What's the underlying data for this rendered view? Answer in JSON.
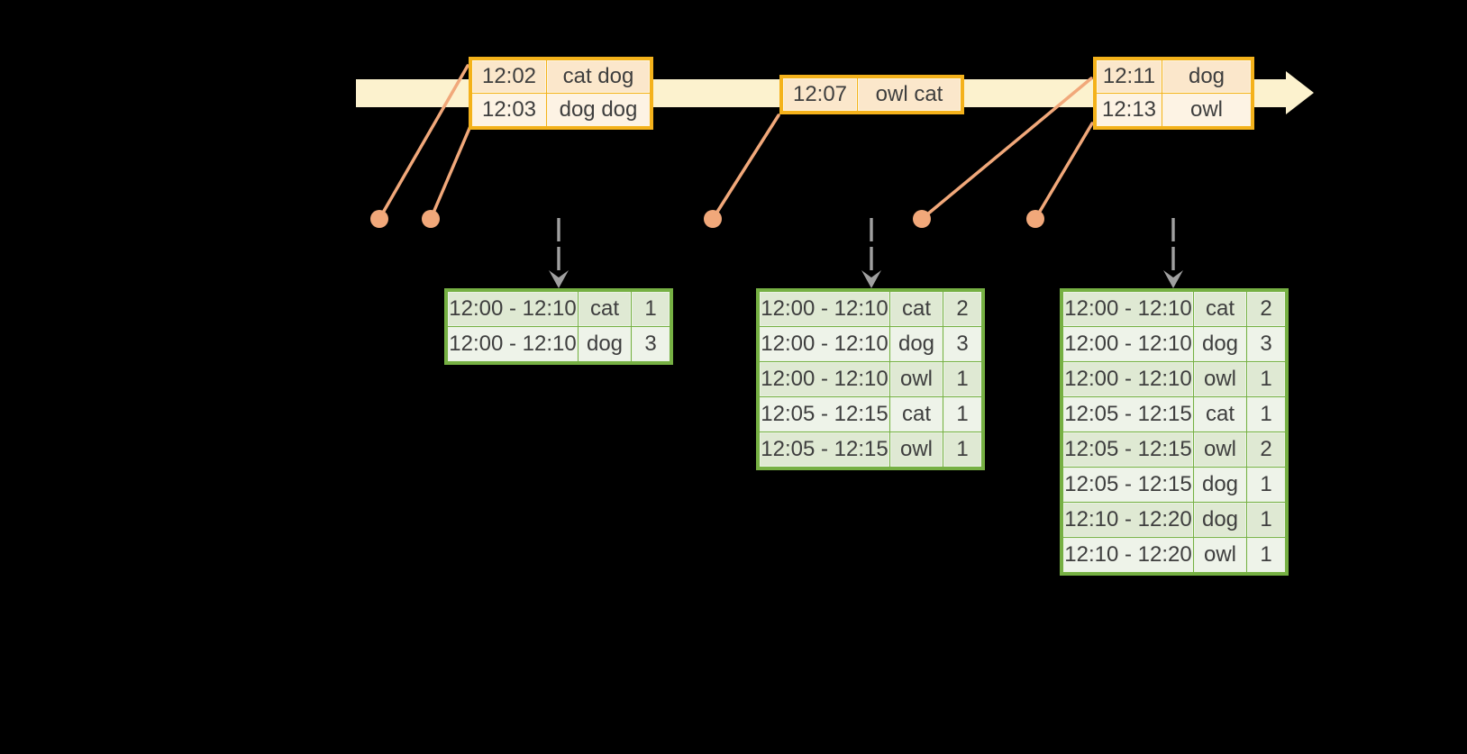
{
  "colors": {
    "background": "#000000",
    "band": "#FCF2CE",
    "gold": "#F4B21B",
    "peach-dark": "#FBE7CB",
    "peach-light": "#FDF3E4",
    "salmon": "#F1A87A",
    "green": "#76B043",
    "green-dark": "#DFE9D3",
    "green-light": "#EEF3E9",
    "gray": "#A0A0A0",
    "text": "#3E3E3E"
  },
  "timeline": {
    "event_tables": [
      {
        "rows": [
          [
            "12:02",
            "cat dog"
          ],
          [
            "12:03",
            "dog dog"
          ]
        ]
      },
      {
        "rows": [
          [
            "12:07",
            "owl cat"
          ]
        ]
      },
      {
        "rows": [
          [
            "12:11",
            "dog"
          ],
          [
            "12:13",
            "owl"
          ]
        ]
      }
    ]
  },
  "result_tables": [
    {
      "rows": [
        [
          "12:00 - 12:10",
          "cat",
          "1"
        ],
        [
          "12:00 - 12:10",
          "dog",
          "3"
        ]
      ]
    },
    {
      "rows": [
        [
          "12:00 - 12:10",
          "cat",
          "2"
        ],
        [
          "12:00 - 12:10",
          "dog",
          "3"
        ],
        [
          "12:00 - 12:10",
          "owl",
          "1"
        ],
        [
          "12:05 - 12:15",
          "cat",
          "1"
        ],
        [
          "12:05 - 12:15",
          "owl",
          "1"
        ]
      ]
    },
    {
      "rows": [
        [
          "12:00 - 12:10",
          "cat",
          "2"
        ],
        [
          "12:00 - 12:10",
          "dog",
          "3"
        ],
        [
          "12:00 - 12:10",
          "owl",
          "1"
        ],
        [
          "12:05 - 12:15",
          "cat",
          "1"
        ],
        [
          "12:05 - 12:15",
          "owl",
          "2"
        ],
        [
          "12:05 - 12:15",
          "dog",
          "1"
        ],
        [
          "12:10 - 12:20",
          "dog",
          "1"
        ],
        [
          "12:10 - 12:20",
          "owl",
          "1"
        ]
      ]
    }
  ]
}
